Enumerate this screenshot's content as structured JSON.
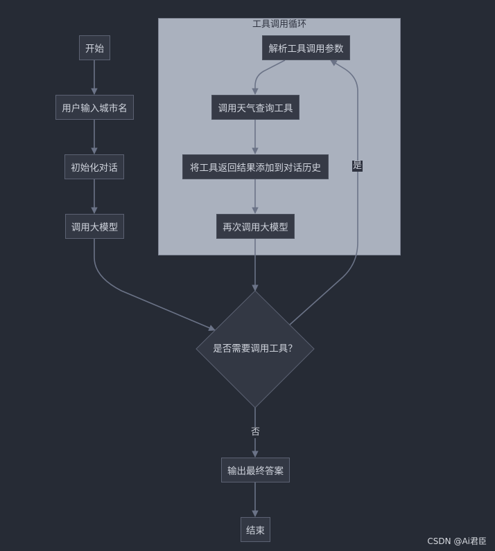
{
  "diagram": {
    "subgraph_title": "工具调用循环",
    "nodes": {
      "start": "开始",
      "input_city": "用户输入城市名",
      "init_dialog": "初始化对话",
      "call_llm": "调用大模型",
      "parse_params": "解析工具调用参数",
      "call_weather": "调用天气查询工具",
      "append_history": "将工具返回结果添加到对话历史",
      "call_llm_again": "再次调用大模型",
      "decision": "是否需要调用工具？",
      "output_answer": "输出最终答案",
      "end": "结束"
    },
    "edge_labels": {
      "yes": "是",
      "no": "否"
    }
  },
  "watermark": "CSDN @Ai君臣",
  "colors": {
    "background": "#262b35",
    "node_fill": "#333844",
    "node_border": "#5c6273",
    "subgraph_fill": "#aab1be",
    "edge": "#6b7387",
    "text": "#cfd3dc"
  }
}
